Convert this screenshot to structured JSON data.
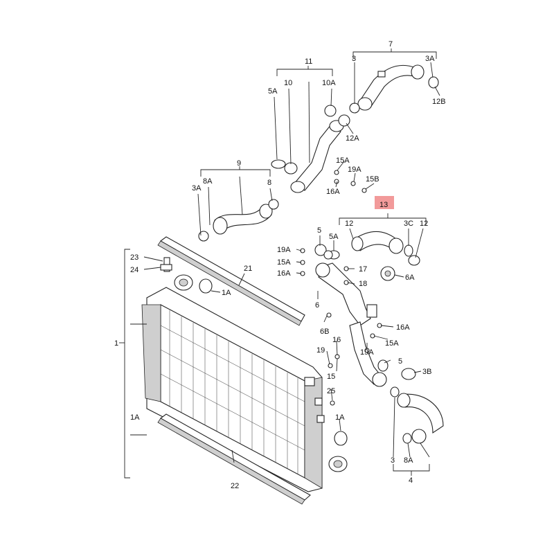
{
  "labels": {
    "n1": "1",
    "n1a_left": "1A",
    "n1a_upper": "1A",
    "n1a_lower": "1A",
    "n3_top": "3",
    "n3a_top": "3A",
    "n7": "7",
    "n12b": "12B",
    "n12a": "12A",
    "n11": "11",
    "n5a_top": "5A",
    "n10": "10",
    "n10a": "10A",
    "n15a_top": "15A",
    "n19a_top": "19A",
    "n15b": "15B",
    "n16a_top": "16A",
    "n9": "9",
    "n3a_left": "3A",
    "n8a_left": "8A",
    "n8": "8",
    "n13": "13",
    "n12_left": "12",
    "n3c": "3C",
    "n12_right": "12",
    "n5_mid": "5",
    "n5a_mid": "5A",
    "n19a_mid": "19A",
    "n15a_mid": "15A",
    "n16a_mid": "16A",
    "n17": "17",
    "n18": "18",
    "n6": "6",
    "n6a": "6A",
    "n23": "23",
    "n24": "24",
    "n21": "21",
    "n6b": "6B",
    "n16a_right": "16A",
    "n15a_right": "15A",
    "n19a_right": "19A",
    "n19": "19",
    "n16": "16",
    "n15": "15",
    "n5_low": "5",
    "n3b": "3B",
    "n25": "25",
    "n22": "22",
    "n3_low": "3",
    "n8a_low": "8A",
    "n4": "4"
  },
  "colors": {
    "highlight": "#f29a9a",
    "stroke": "#222222",
    "fill": "#ffffff"
  }
}
